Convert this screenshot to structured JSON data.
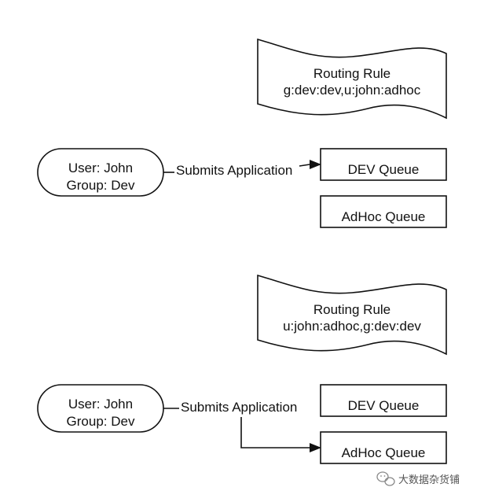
{
  "diagrams": [
    {
      "rule": {
        "title": "Routing Rule",
        "value": "g:dev:dev,u:john:adhoc"
      },
      "user": {
        "name": "User: John",
        "group": "Group: Dev"
      },
      "edge_label": "Submits Application",
      "queues": [
        "DEV Queue",
        "AdHoc Queue"
      ],
      "routed_to": "DEV Queue"
    },
    {
      "rule": {
        "title": "Routing Rule",
        "value": "u:john:adhoc,g:dev:dev"
      },
      "user": {
        "name": "User: John",
        "group": "Group: Dev"
      },
      "edge_label": "Submits Application",
      "queues": [
        "DEV Queue",
        "AdHoc Queue"
      ],
      "routed_to": "AdHoc Queue"
    }
  ],
  "watermark": {
    "icon": "wechat-icon",
    "text": "大数据杂货铺"
  },
  "colors": {
    "stroke": "#111111",
    "text": "#111111",
    "background": "#ffffff"
  }
}
